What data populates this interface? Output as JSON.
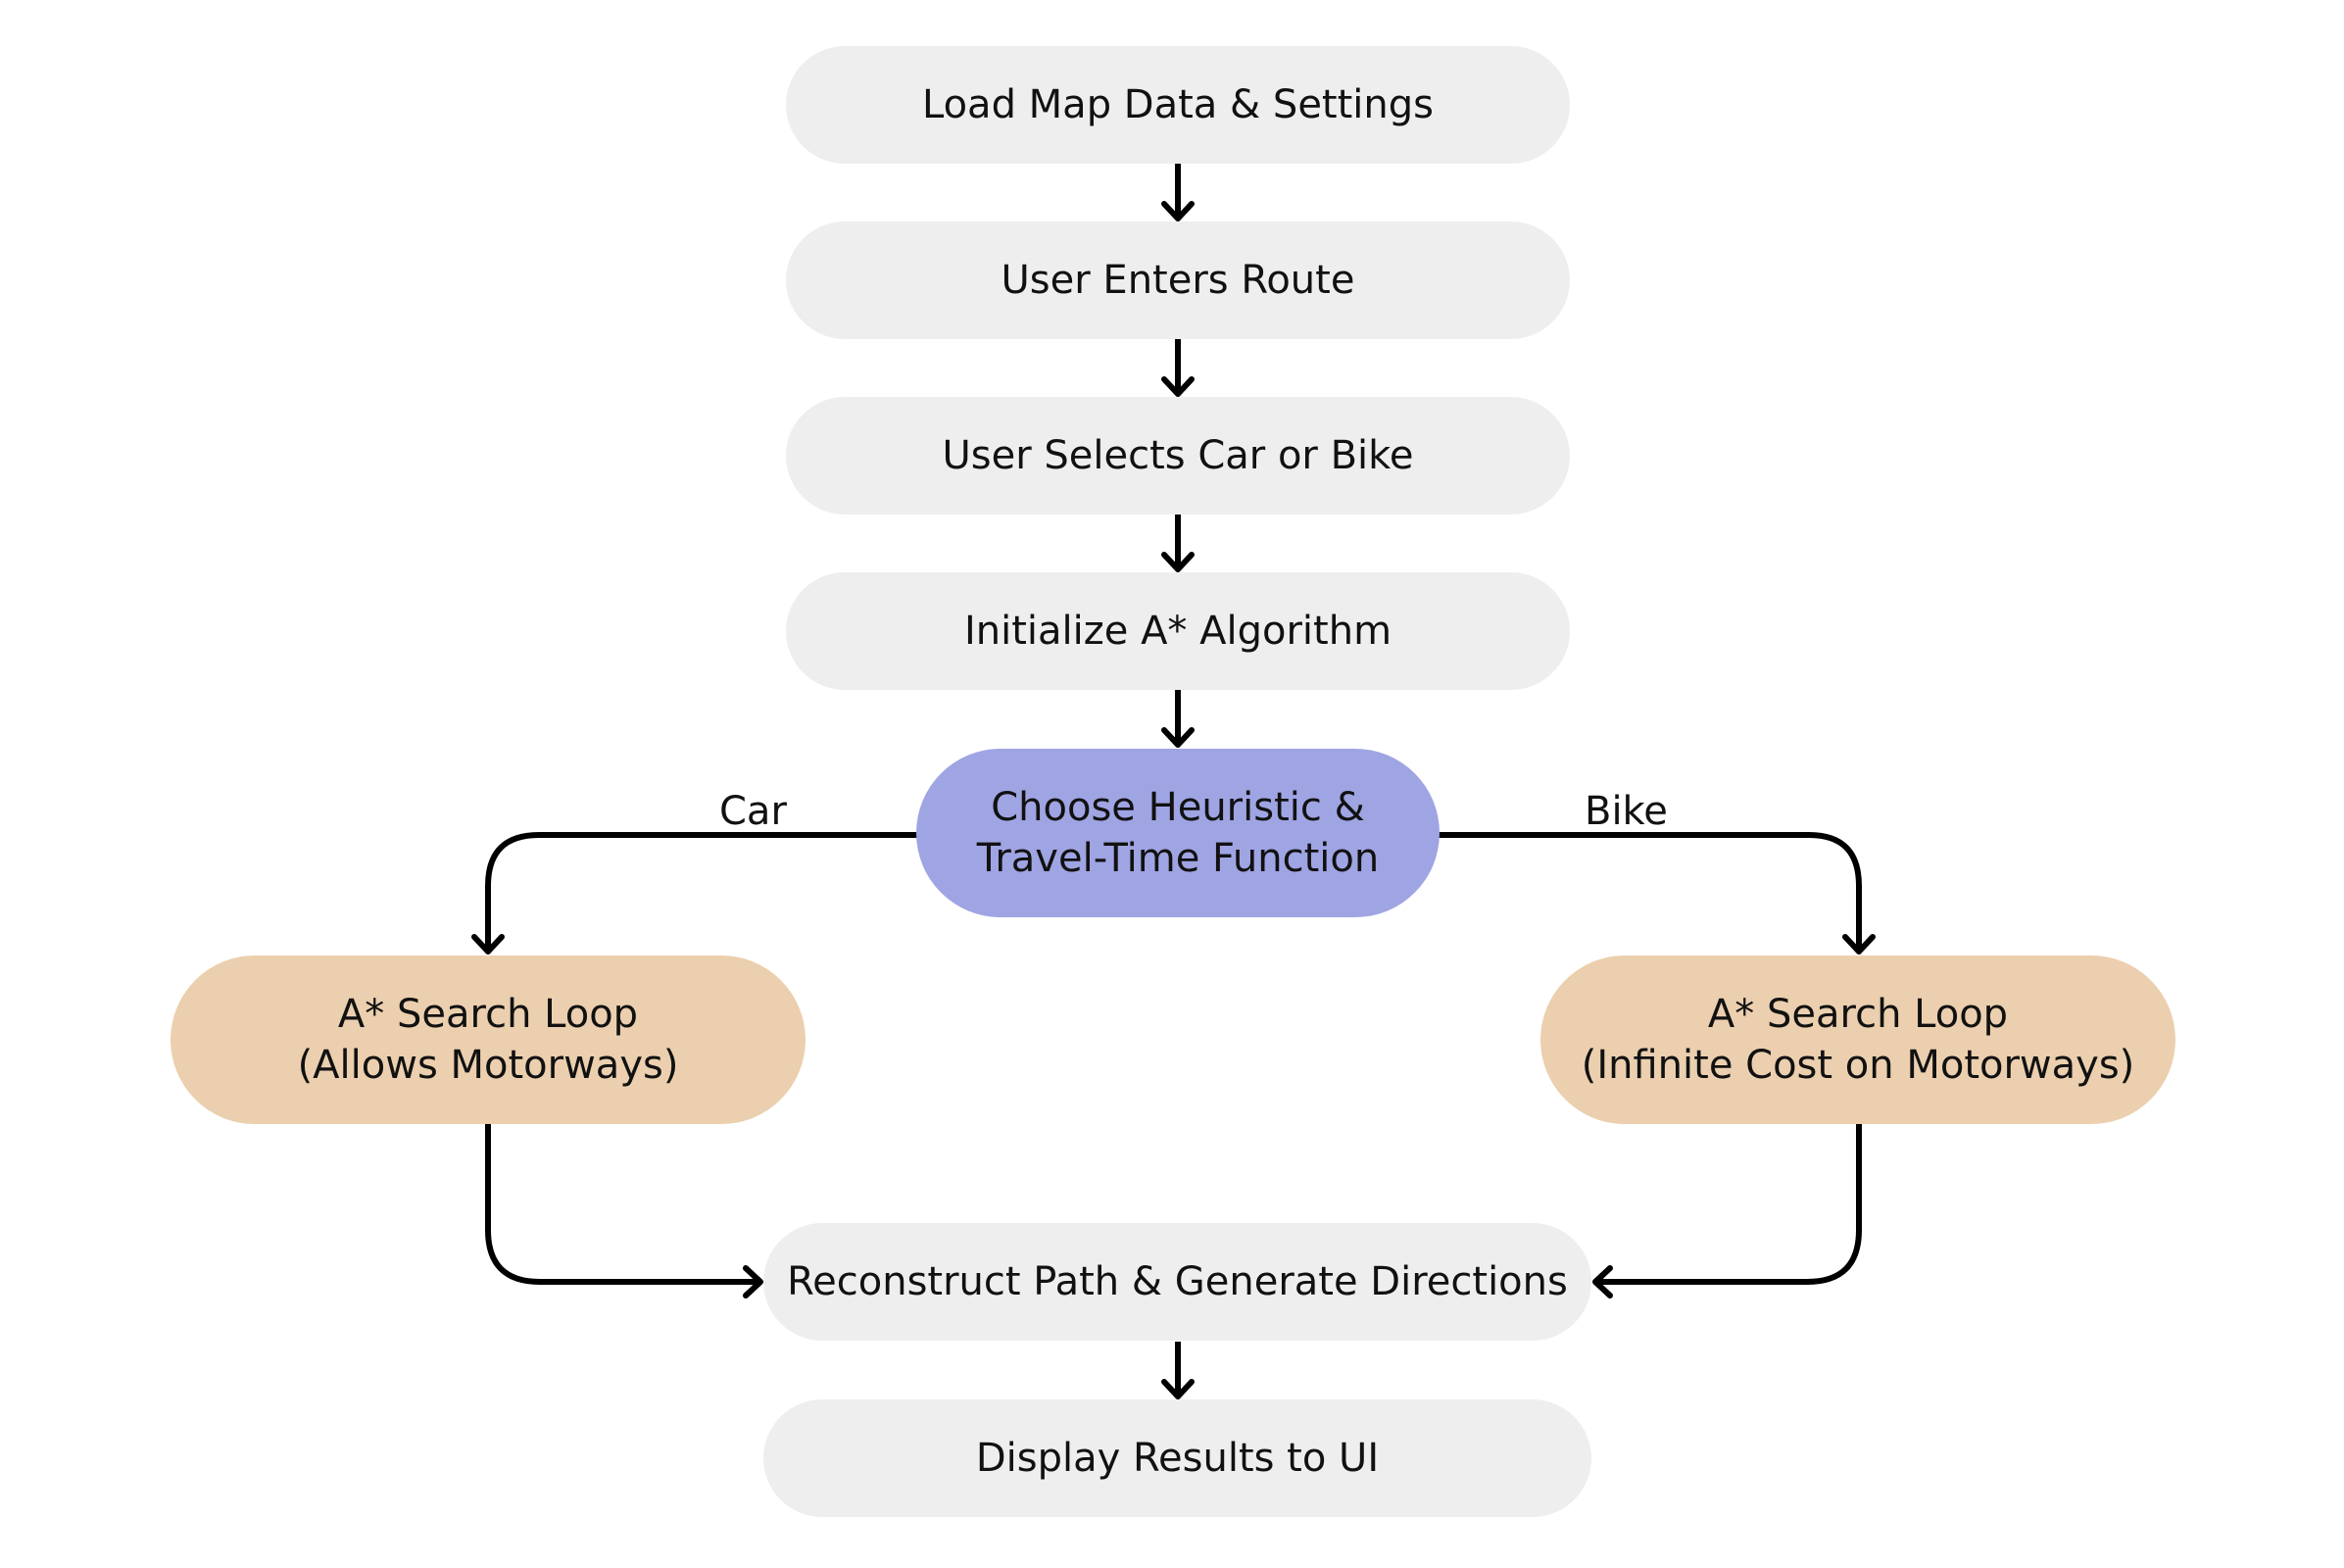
{
  "diagram": {
    "nodes": {
      "load_map": "Load Map Data & Settings",
      "enter_route": "User Enters Route",
      "select_vehicle": "User Selects Car or Bike",
      "init_astar": "Initialize A* Algorithm",
      "choose_heuristic": {
        "line1": "Choose Heuristic &",
        "line2": "Travel-Time Function"
      },
      "search_car": {
        "line1": "A* Search Loop",
        "line2": "(Allows Motorways)"
      },
      "search_bike": {
        "line1": "A* Search Loop",
        "line2": "(Infinite Cost on Motorways)"
      },
      "reconstruct": "Reconstruct Path & Generate Directions",
      "display": "Display Results to UI"
    },
    "edge_labels": {
      "car": "Car",
      "bike": "Bike"
    },
    "colors": {
      "step_fill": "#eeeeee",
      "decision_fill": "#9fa4e3",
      "search_fill": "#ebcfae",
      "connector": "#000000"
    }
  }
}
